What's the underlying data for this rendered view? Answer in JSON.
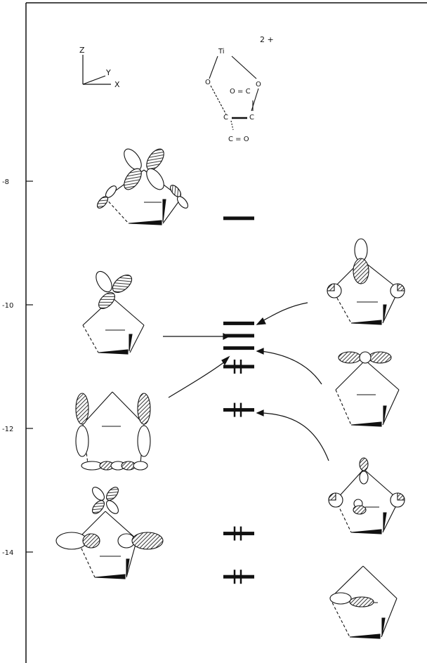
{
  "charge_label": "2 +",
  "axes": {
    "z": "Z",
    "y": "Y",
    "x": "X"
  },
  "structure": {
    "metal": "Ti",
    "o_left": "O",
    "o_right": "O",
    "co_upper": "O = C",
    "c_mid1": "C",
    "c_mid2": "C",
    "co_lower": "C = O"
  },
  "energy_axis": {
    "ticks": [
      "-8",
      "-10",
      "-12",
      "-14"
    ]
  },
  "levels": [
    {
      "energy": -8.6,
      "occupied": false
    },
    {
      "energy": -10.3,
      "occupied": false
    },
    {
      "energy": -10.5,
      "occupied": false
    },
    {
      "energy": -10.7,
      "occupied": false
    },
    {
      "energy": -11.0,
      "occupied": true
    },
    {
      "energy": -11.7,
      "occupied": true
    },
    {
      "energy": -13.7,
      "occupied": true
    },
    {
      "energy": -14.4,
      "occupied": true
    }
  ],
  "colors": {
    "ink": "#111111",
    "hatch": "#222222"
  }
}
